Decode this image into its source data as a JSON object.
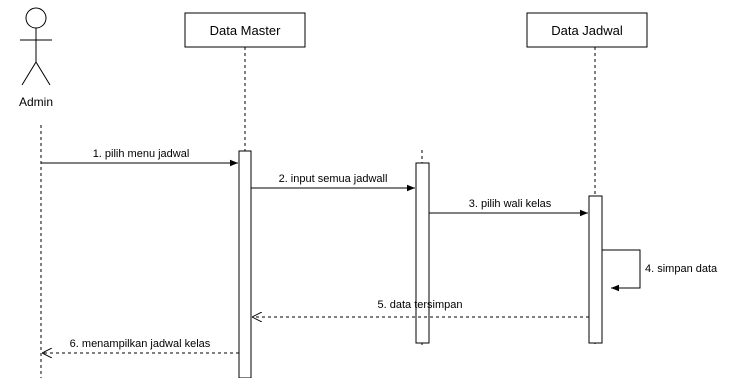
{
  "actor": {
    "label": "Admin"
  },
  "participants": [
    {
      "label": "Data Master"
    },
    {
      "label": "Data Jadwal"
    }
  ],
  "messages": [
    {
      "label": "1. pilih menu jadwal",
      "style": "solid"
    },
    {
      "label": "2. input semua jadwall",
      "style": "solid"
    },
    {
      "label": "3. pilih wali kelas",
      "style": "solid"
    },
    {
      "label": "4. simpan data",
      "style": "self"
    },
    {
      "label": "5. data tersimpan",
      "style": "dashed-return"
    },
    {
      "label": "6. menampilkan jadwal kelas",
      "style": "dashed-return"
    }
  ]
}
